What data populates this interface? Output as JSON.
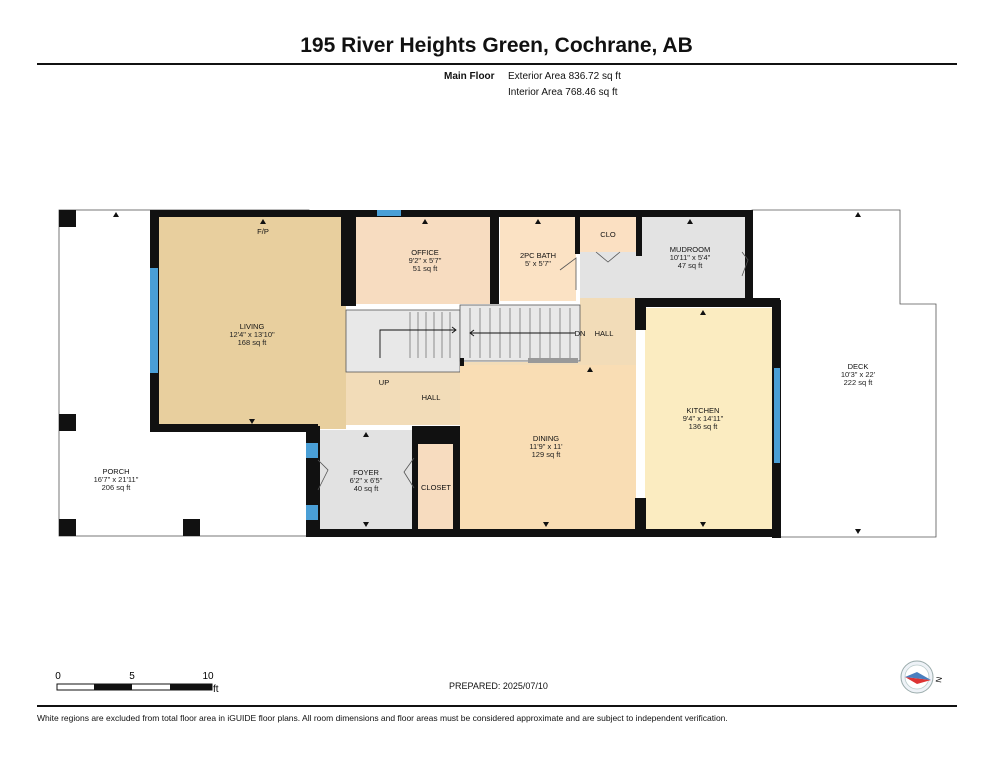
{
  "title": "195 River Heights Green, Cochrane, AB",
  "floor_label": "Main Floor",
  "exterior_area": "Exterior Area 836.72 sq ft",
  "interior_area": "Interior Area 768.46 sq ft",
  "rooms": {
    "porch": {
      "name": "PORCH",
      "dims": "16'7\" x 21'11\"",
      "area": "206 sq ft"
    },
    "living": {
      "name": "LIVING",
      "dims": "12'4\" x 13'10\"",
      "area": "168 sq ft"
    },
    "office": {
      "name": "OFFICE",
      "dims": "9'2\" x 5'7\"",
      "area": "51 sq ft"
    },
    "bath": {
      "name": "2PC BATH",
      "dims": "5' x 5'7\"",
      "area": ""
    },
    "clo": {
      "name": "CLO"
    },
    "mudroom": {
      "name": "MUDROOM",
      "dims": "10'11\" x 5'4\"",
      "area": "47 sq ft"
    },
    "deck": {
      "name": "DECK",
      "dims": "10'3\" x 22'",
      "area": "222 sq ft"
    },
    "kitchen": {
      "name": "KITCHEN",
      "dims": "9'4\" x 14'11\"",
      "area": "136 sq ft"
    },
    "dining": {
      "name": "DINING",
      "dims": "11'9\" x 11'",
      "area": "129 sq ft"
    },
    "foyer": {
      "name": "FOYER",
      "dims": "6'2\" x 6'5\"",
      "area": "40 sq ft"
    },
    "closet": {
      "name": "CLOSET"
    },
    "hall_upper": {
      "name": "HALL"
    },
    "hall_lower": {
      "name": "HALL"
    }
  },
  "fp_label": "F/P",
  "stairs_up": "UP",
  "stairs_down": "DN",
  "scale": {
    "ticks": [
      "0",
      "5",
      "10"
    ],
    "unit": "ft"
  },
  "compass_letter": "N",
  "prepared": "PREPARED: 2025/07/10",
  "footer": "White regions are excluded from total floor area in iGUIDE floor plans. All room dimensions and floor areas must be considered approximate and are subject to independent verification.",
  "colors": {
    "living": "#e8cf9e",
    "office": "#f7dcc0",
    "bath": "#fbe2c4",
    "clo": "#fbe0c2",
    "mudroom": "#e3e3e3",
    "foyer": "#e2e2e2",
    "closet": "#f7dcbf",
    "dining": "#f9ddb4",
    "kitchen": "#fbecc1",
    "hall": "#f2dcb8",
    "stairs": "#e8e8e8",
    "wall": "#111111",
    "window": "#4a9fd6"
  }
}
